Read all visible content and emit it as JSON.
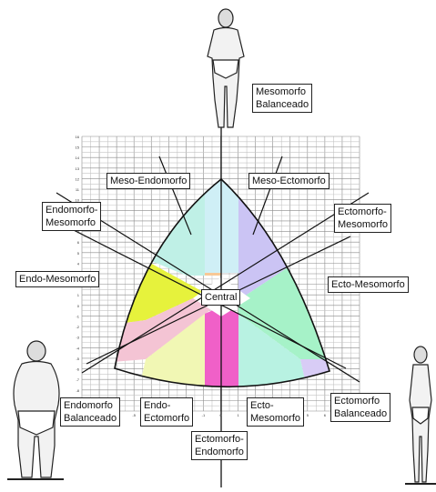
{
  "somatochart": {
    "center_label": "Central",
    "regions": [
      {
        "id": "meso-endomorfo",
        "label": "Meso-Endomorfo",
        "color": "#f7c896"
      },
      {
        "id": "meso-ectomorfo",
        "label": "Meso-Ectomorfo",
        "color": "#dfa8ef"
      },
      {
        "id": "endomorfo-mesomorfo",
        "label": "Endomorfo-\nMesomorfo",
        "color": "#bff0e6"
      },
      {
        "id": "ectomorfo-mesomorfo",
        "label": "Ectomorfo-\nMesomorfo",
        "color": "#cbc4f4"
      },
      {
        "id": "endo-mesomorfo",
        "label": "Endo-Mesomorfo",
        "color": "#e6f23c"
      },
      {
        "id": "ecto-mesomorfo",
        "label": "Ecto-Mesomorfo",
        "color": "#a6f2c8"
      },
      {
        "id": "endomorfo-balanceado",
        "label": "Endomorfo\nBalanceado",
        "color": "#f4c4d4"
      },
      {
        "id": "endo-ectomorfo",
        "label": "Endo-\nEctomorfo",
        "color": "#f1f7b4"
      },
      {
        "id": "ectomorfo-endomorfo",
        "label": "Ectomorfo-\nEndomorfo",
        "color": "#f060c8"
      },
      {
        "id": "ecto-mesomorfo-bottom",
        "label": "Ecto-\nMesomorfo",
        "color": "#b8f2e2"
      },
      {
        "id": "ectomorfo-balanceado",
        "label": "Ectomorfo\nBalanceado",
        "color": "#d8ccf6"
      },
      {
        "id": "mesomorfo-balanceado",
        "label": "Mesomorfo\nBalanceado",
        "color": "#cfeff6"
      }
    ],
    "x_ticks": [
      "-8",
      "-7",
      "-6",
      "-5",
      "-4",
      "-3",
      "-2",
      "-1",
      "0",
      "1",
      "2",
      "3",
      "4",
      "5",
      "6",
      "7",
      "8"
    ],
    "y_ticks": [
      "16",
      "15",
      "14",
      "13",
      "12",
      "11",
      "10",
      "9",
      "8",
      "7",
      "6",
      "5",
      "4",
      "3",
      "2",
      "1",
      "0",
      "-1",
      "-2",
      "-3",
      "-4",
      "-5",
      "-6",
      "-7",
      "-8",
      "-9",
      "-10"
    ]
  }
}
